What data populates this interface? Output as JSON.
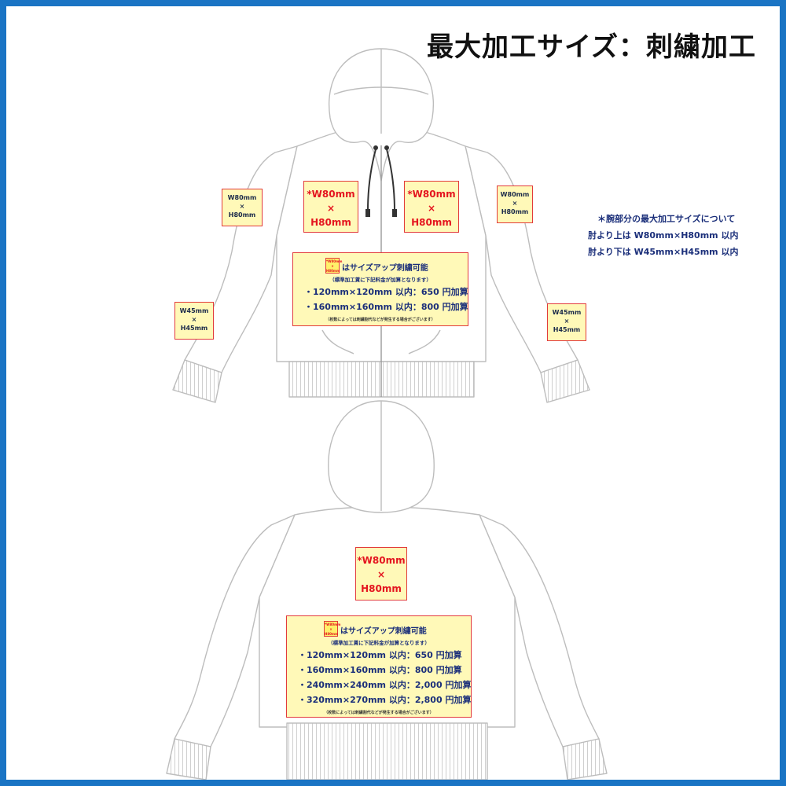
{
  "title": "最大加工サイズ：刺繍加工",
  "front": {
    "chest_left": {
      "line1": "*W80mm",
      "line2": "×",
      "line3": "H80mm"
    },
    "chest_right": {
      "line1": "*W80mm",
      "line2": "×",
      "line3": "H80mm"
    },
    "upper_arm_left": {
      "line1": "W80mm",
      "line2": "×",
      "line3": "H80mm"
    },
    "upper_arm_right": {
      "line1": "W80mm",
      "line2": "×",
      "line3": "H80mm"
    },
    "lower_arm_left": {
      "line1": "W45mm",
      "line2": "×",
      "line3": "H45mm"
    },
    "lower_arm_right": {
      "line1": "W45mm",
      "line2": "×",
      "line3": "H45mm"
    },
    "panel": {
      "mini_label": {
        "line1": "*W80mm",
        "line2": "×",
        "line3": "H80mm"
      },
      "header": "はサイズアップ刺繍可能",
      "subheader": "（標準加工賃に下記料金が加算となります）",
      "lines": [
        "・120mm×120mm 以内：650 円加算",
        "・160mm×160mm 以内：800 円加算"
      ],
      "footnote": "（枚数によっては刺繍割代などが発生する場合がございます）"
    }
  },
  "back": {
    "center": {
      "line1": "*W80mm",
      "line2": "×",
      "line3": "H80mm"
    },
    "panel": {
      "mini_label": {
        "line1": "*W80mm",
        "line2": "×",
        "line3": "H80mm"
      },
      "header": "はサイズアップ刺繍可能",
      "subheader": "（標準加工賃に下記料金が加算となります）",
      "lines": [
        "・120mm×120mm 以内：650 円加算",
        "・160mm×160mm 以内：800 円加算",
        "・240mm×240mm 以内：2,000 円加算",
        "・320mm×270mm 以内：2,800 円加算"
      ],
      "footnote": "（枚数によっては刺繍割代などが発生する場合がございます）"
    }
  },
  "note": {
    "line1": "＊腕部分の最大加工サイズについて",
    "line2": "肘より上は W80mm×H80mm 以内",
    "line3": "肘より下は W45mm×H45mm 以内"
  },
  "colors": {
    "frame": "#1a74c4",
    "box_fill": "#fff9b8",
    "box_border": "#e23b3b",
    "red_text": "#e4151f",
    "navy_text": "#1b2f7a"
  }
}
